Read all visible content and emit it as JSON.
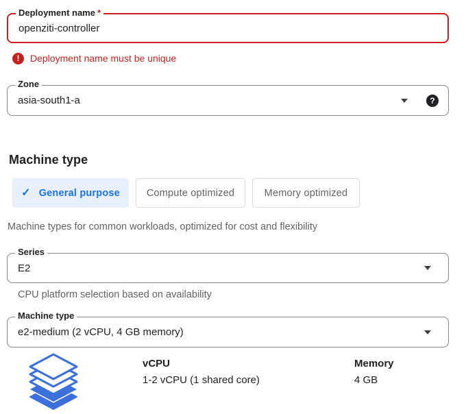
{
  "form": {
    "deployment_name": {
      "label": "Deployment name",
      "required_marker": "*",
      "value": "openziti-controller",
      "error": "Deployment name must be unique"
    },
    "zone": {
      "label": "Zone",
      "value": "asia-south1-a"
    },
    "machine_type_section": {
      "heading": "Machine type",
      "tabs": [
        {
          "label": "General purpose",
          "selected": true
        },
        {
          "label": "Compute optimized",
          "selected": false
        },
        {
          "label": "Memory optimized",
          "selected": false
        }
      ],
      "description": "Machine types for common workloads, optimized for cost and flexibility",
      "series": {
        "label": "Series",
        "value": "E2",
        "helper": "CPU platform selection based on availability"
      },
      "machine_type": {
        "label": "Machine type",
        "value": "e2-medium (2 vCPU, 4 GB memory)"
      },
      "specs": {
        "vcpu_label": "vCPU",
        "vcpu_value": "1-2 vCPU (1 shared core)",
        "memory_label": "Memory",
        "memory_value": "4 GB"
      }
    }
  },
  "icons": {
    "check_glyph": "✓",
    "help_glyph": "?",
    "error_glyph": "!",
    "layers_icon_name": "stacked-layers"
  },
  "colors": {
    "error_red": "#c5221f",
    "accent_blue": "#1a73e8",
    "selected_tab_bg": "#e8f0fe",
    "muted_text": "#5f6368",
    "field_border": "#80868b",
    "icon_blue": "#3b6fd9"
  }
}
